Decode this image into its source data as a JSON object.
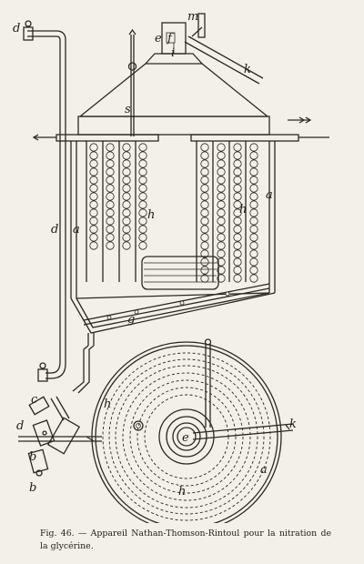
{
  "caption": "Fig. 46. — Appareil Nathan-Thomson-Rintoul pour la nitration de la glycérine.",
  "labels": {
    "d_top": "d",
    "e_top": "e",
    "f_top": "f",
    "i_top": "i",
    "m_top": "m",
    "k_top": "k",
    "s": "s",
    "d_left": "d",
    "a_left": "a",
    "h_left": "h",
    "h_right": "h",
    "a_right": "a",
    "g": "g",
    "c_bottom": "c",
    "d_bottom": "d",
    "b_bottom1": "b",
    "b_bottom2": "b",
    "h_plan_top": "h",
    "e_plan": "e",
    "k_plan": "k",
    "a_plan": "a",
    "h_plan_bottom": "h"
  }
}
